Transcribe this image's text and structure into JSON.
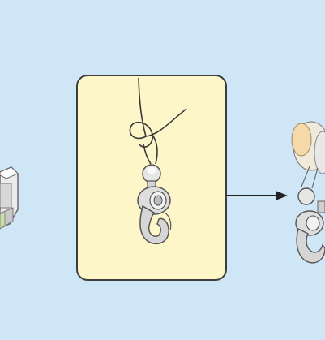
{
  "diagram": {
    "background_color": "#cfe6f7",
    "panel_color": "#fdf6c8",
    "panel_border_color": "#3d3d3d",
    "part_color": "#e6e6e6",
    "part_shadow_color": "#9a9a9a",
    "accent_color": "#f5d9a8",
    "steps": [
      {
        "name": "previous-step",
        "icon": "lego-brick-assembly-icon"
      },
      {
        "name": "current-step",
        "icon": "string-tied-to-hook-icon"
      },
      {
        "name": "next-step",
        "icon": "hook-attached-to-spool-icon"
      }
    ],
    "connector": {
      "icon": "arrow-right-icon"
    }
  }
}
